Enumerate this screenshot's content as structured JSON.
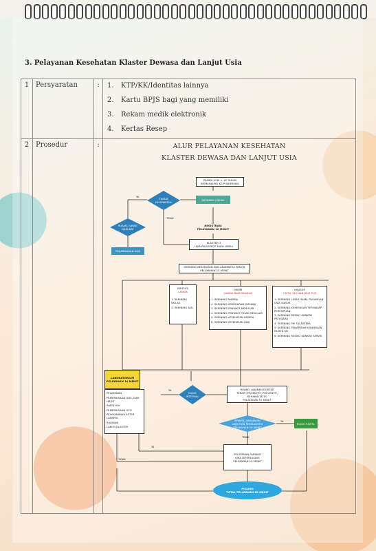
{
  "section": {
    "title": "3. Pelayanan Kesehatan Klaster Dewasa dan Lanjut Usia"
  },
  "rows": [
    {
      "no": "1",
      "label": "Persyaratan",
      "sep": ":",
      "items": [
        {
          "n": "1.",
          "text": "KTP/KK/Identitas lainnya"
        },
        {
          "n": "2.",
          "text": "Kartu BPJS bagi yang memiliki"
        },
        {
          "n": "3.",
          "text": "Rekam medik elektronik"
        },
        {
          "n": "4.",
          "text": "Kertas Resep"
        }
      ]
    },
    {
      "no": "2",
      "label": "Prosedur",
      "sep": ":"
    }
  ],
  "flowchart": {
    "title_line1": "ALUR PELAYANAN KESEHATAN",
    "title_line2": "KLASTER  DEWASA DAN LANJUT USIA",
    "start": "PASIEN USIA > 18 TAHUN BERKUNJUNG KE PUSKESMAS",
    "tanda_gawat": "TANDA\nKEGAWATAN",
    "skrining_visual": "SKRINING VISUAL",
    "ya": "YA",
    "tidak": "TIDAK",
    "registrasi": "REGISTRASI\nPELAYANAN 10 MENIT",
    "ruang_gawat": "RUANG GAWAT\nDARURAT",
    "penanganan_ugd": "PENANGANAN UGD",
    "klaster": "KLASTER 3\nUSIA PRODUKTIF DAN LANSIA",
    "skrining_kesehatan": "SKRINING KESEHATAN DAN ANAMNESA PASIEN\nPELAYANAN 15 MENIT",
    "khusus1_title": "KHUSUS",
    "khusus1_sub": "LANSIA",
    "khusus1_items": [
      "1. SKRINING SKILAS",
      "2. SKRINING ADL"
    ],
    "umum_title": "UMUM",
    "umum_sub": "LANSIA DAN DEWASA",
    "umum_items": [
      "1. SKRINING ANEMIA",
      "2. SKRINING KEBUGARAN JASMANI",
      "3. SKRINING PENYAKIT MENULAR",
      "4. SKRINING PENYAKIT TIDAK MENULAR",
      "5. SKRINING KESEHATAN INDERA",
      "6. SKRINING KESEHATAN JIWA"
    ],
    "khusus2_title": "KHUSUS",
    "khusus2_sub": "CATIN, IBU DAN WUS PUS",
    "khusus2_items": [
      "1. SKRINING LAYAK HAMIL PASANGAN USIA SUBUR",
      "2. SKRINING KEKERASAN TERHADAP PEREMPUAN",
      "3. SKRINING RESIKO KANKER PAYUDARA",
      "4. SKRINING PIE TALASEMIA",
      "5. SKRINING PENAPISAN KEHAMILAN PASIEN KB",
      "6. SKRINING RESIKO KANKER SERVIK"
    ],
    "lab_title": "LABORATORIUM\nPELAYANAN 10 MENIT",
    "lab_items": [
      "PELAYANAN :",
      "PEMERIKSAAN GDS, DAN HB/UT",
      "RAPID HIV",
      "PEMERIKSAAN UCG",
      "PELAYANAN KLASTER LAINNYA",
      "RUJUKAN",
      "LABOR KLASTER"
    ],
    "rujuk_internal": "RUJUK\nINTERNAL",
    "ruang_dokter": "RUANG LAYANAN DOKTER\nTERAPI (PROMOTIF, PREVENTIF, REHABILITATIF)\nPELAYANAN 10 MENIT",
    "penatalaksanaan": "PENATALAKSANAAN\nLANJUTAN SPESIALISTIK\nPELAYANAN 10 MENIT",
    "rujuk_rs": "RUJUK RS/FKL",
    "farmasi": "PELAYANAN FARMASI\n(JIKA DIPERLUKAN)\nPELAYANAN 10 MENIT",
    "pulang": "PULANG\nTOTAL PELAYANAN 65 MENIT"
  }
}
